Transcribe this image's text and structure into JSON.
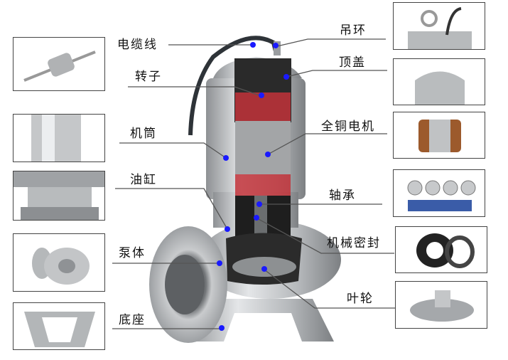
{
  "title": "不锈钢潜水泵结构图",
  "labels": {
    "cable": "电缆线",
    "lifting_ring": "吊环",
    "rotor": "转子",
    "top_cover": "顶盖",
    "motor_housing": "机筒",
    "copper_motor": "全铜电机",
    "oil_chamber": "油缸",
    "bearing": "轴承",
    "pump_body": "泵体",
    "mechanical_seal": "机械密封",
    "base": "底座",
    "impeller": "叶轮"
  },
  "colors": {
    "dot": "#1a1aff",
    "line": "#555555",
    "steel": "#b9bcbf"
  }
}
